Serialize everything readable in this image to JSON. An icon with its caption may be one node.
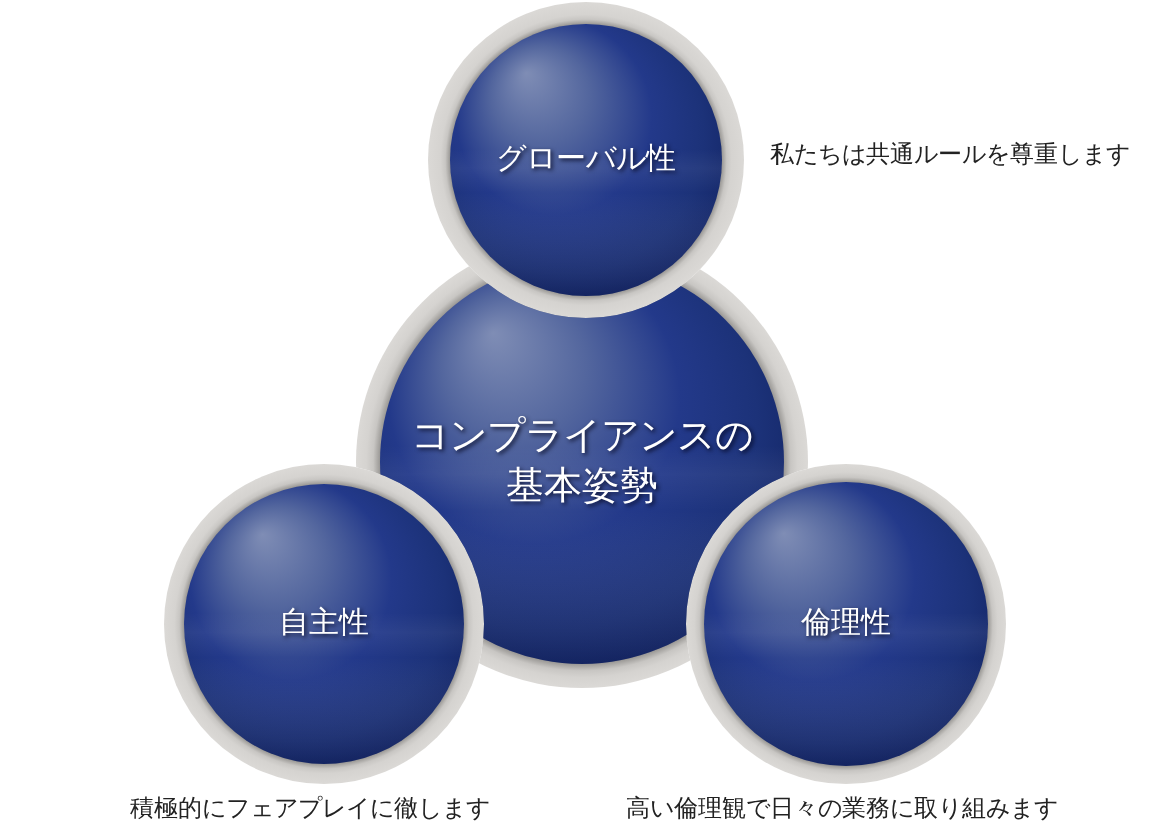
{
  "diagram": {
    "nodes": [
      {
        "text": [
          "グローバル性"
        ],
        "beside": [
          "私たちは共通ルールを尊重します"
        ]
      },
      {
        "text": [
          "コンプライアンスの基本姿勢"
        ]
      },
      {
        "text": [
          "自主性"
        ],
        "beside": [
          "積極的にフェアプレイに徹します"
        ]
      },
      {
        "text": [
          "倫理性"
        ],
        "beside": [
          "高い倫理観で日々の業務に取り組みます"
        ]
      }
    ]
  }
}
